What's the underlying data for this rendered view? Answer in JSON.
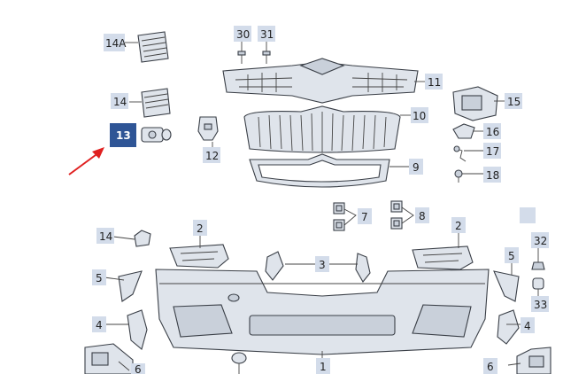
{
  "diagram": {
    "labels": {
      "l14a": "14A",
      "l30": "30",
      "l31": "31",
      "l11": "11",
      "l14top": "14",
      "l13": "13",
      "l12": "12",
      "l10": "10",
      "l15": "15",
      "l16": "16",
      "l17": "17",
      "l18": "18",
      "l9": "9",
      "l7": "7",
      "l8": "8",
      "l2left": "2",
      "l2right": "2",
      "l14low": "14",
      "l5left": "5",
      "l5right": "5",
      "l3": "3",
      "l32": "32",
      "l33": "33",
      "l4left": "4",
      "l4right": "4",
      "l6left": "6",
      "l6right": "6",
      "l1": "1"
    },
    "highlight": {
      "part": "13",
      "arrow_color": "#e02020",
      "tag_color": "#2f5596"
    }
  }
}
